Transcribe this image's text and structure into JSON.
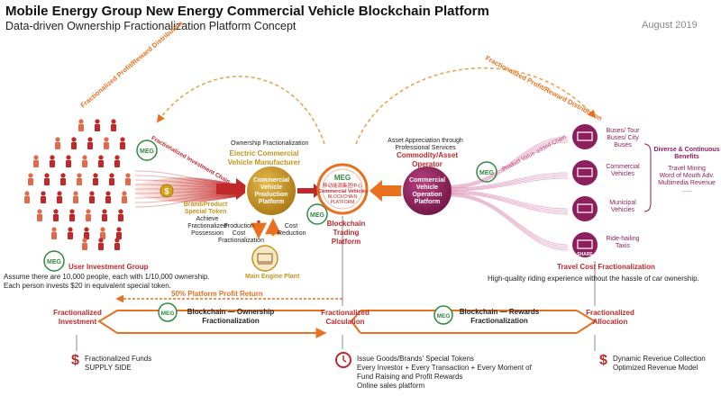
{
  "header": {
    "title": "Mobile Energy Group New Energy Commercial Vehicle Blockchain Platform",
    "subtitle": "Data-driven Ownership Fractionalization Platform Concept",
    "date": "August 2019"
  },
  "arcs": {
    "left": "Fractionalized Profit/Reward Distribution",
    "right": "Fractionalized Profit/Reward Distribution"
  },
  "logo_text": "MEG",
  "left": {
    "investment_chain": "Fractionalized Investment Chain",
    "special_token": "Brand/Product Special Token",
    "achieve": "Achieve Fractionalized Possession",
    "group_label": "User Investment Group",
    "assumption_line1": "Assume there are 10,000 people, each with 1/10,000 ownership.",
    "assumption_line2": "Each person invests $20 in equivalent special token."
  },
  "manufacturer": {
    "top_label": "Ownership Fractionalization",
    "title": "Electric Commercial Vehicle Manufacturer",
    "circle": "Commercial Vehicle Production Platform",
    "prod_cost": "Production Cost Fractionalization",
    "cost_reduction": "Cost Reduction",
    "engine_plant": "Main Engine Plant"
  },
  "center": {
    "logo_chinese": "移动能源集团中心",
    "logo_line1": "Commercial Vehicles",
    "logo_line2": "BLOCKCHAIN PLATFORM",
    "label": "Blockchain Trading Platform"
  },
  "operator": {
    "top_label": "Asset Appreciation through Professional Services",
    "title": "Commodity/Asset Operator",
    "circle": "Commercial Vehicle Operation Platform",
    "value_chain": "Product Value-added Chain"
  },
  "services": [
    {
      "icon": "bus-icon",
      "label": "Buses/ Tour Buses/ City Buses"
    },
    {
      "icon": "truck-icon",
      "label": "Commercial Vehicles"
    },
    {
      "icon": "building-icon",
      "label": "Municipal Vehicles"
    },
    {
      "icon": "share-car-icon",
      "label": "Ride-hailing Taxis",
      "badge": "SHARE"
    }
  ],
  "benefits": {
    "title": "Diverse & Continuous Benefits",
    "line1": "Travel Mining",
    "line2": "Word of Mouth Adv.",
    "line3": "Multimedia Revenue",
    "line4": "......"
  },
  "travel_cost": "Travel Cost Fractionalization",
  "riding_note": "High-quality riding experience without the hassle of car ownership.",
  "bottom": {
    "profit_return": "50% Platform Profit Return",
    "investment": "Fractionalized Investment",
    "calculation": "Fractionalized Calculation",
    "allocation": "Fractionalized Allocation",
    "blockchain_left": "Blockchain — Ownership Fractionalization",
    "blockchain_right": "Blockchain — Rewards Fractionalization"
  },
  "footer": {
    "left_line1": "Fractionalized Funds",
    "left_line2": "SUPPLY SIDE",
    "mid_line1": "Issue Goods/Brands' Special Tokens",
    "mid_line2": "Every Investor + Every Transaction + Every Moment of",
    "mid_line3": "Fund Raising and Profit Rewards",
    "mid_line4": "Online sales platform",
    "right_line1": "Dynamic Revenue Collection",
    "right_line2": "Optimized Revenue Model"
  },
  "colors": {
    "orange": "#e8701e",
    "gold": "#c8931a",
    "red": "#c0282a",
    "magenta": "#8e1f5e",
    "pink": "#c0397a",
    "green": "#2e8b3e",
    "brown": "#8a5a20"
  }
}
